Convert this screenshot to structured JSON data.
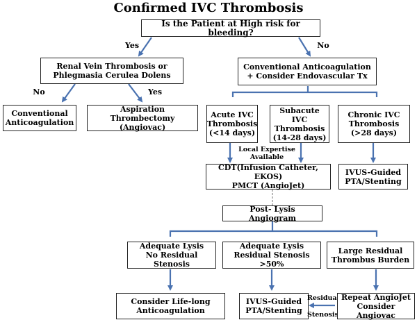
{
  "title": "Confirmed IVC Thrombosis",
  "nodes": {
    "question": "Is the Patient at High risk for bleeding?",
    "renal": "Renal Vein Thrombosis or\nPhlegmasia Cerulea Dolens",
    "conventional_tx": "Conventional Anticoagulation\n+ Consider Endovascular Tx",
    "conventional_anticoag": "Conventional\nAnticoagulation",
    "aspiration": "Aspiration Thrombectomy\n(Angiovac)",
    "acute": "Acute IVC\nThrombosis\n(<14 days)",
    "subacute": "Subacute IVC\nThrombosis\n(14-28 days)",
    "chronic": "Chronic IVC\nThrombosis\n(>28 days)",
    "cdt": "CDT(Infusion Catheter, EKOS)\nPMCT (AngioJet)",
    "ivus_pta_1": "IVUS-Guided\nPTA/Stenting",
    "post_lysis": "Post- Lysis Angiogram",
    "adequate_no": "Adequate Lysis\nNo Residual Stenosis",
    "adequate_res": "Adequate Lysis\nResidual Stenosis >50%",
    "large_residual": "Large Residual\nThrombus Burden",
    "lifelong": "Consider Life-long\nAnticoagulation",
    "ivus_pta_2": "IVUS-Guided\nPTA/Stenting",
    "repeat": "Repeat AngioJet\nConsider Angiovac"
  },
  "labels": {
    "yes_1": "Yes",
    "no_1": "No",
    "no_2": "No",
    "yes_2": "Yes",
    "local_expertise": "Local Expertise\nAvailable",
    "residual": "Residual",
    "stenosis": "Stenosis"
  },
  "colors": {
    "arrow": "#4a72b0",
    "border": "#222222"
  }
}
